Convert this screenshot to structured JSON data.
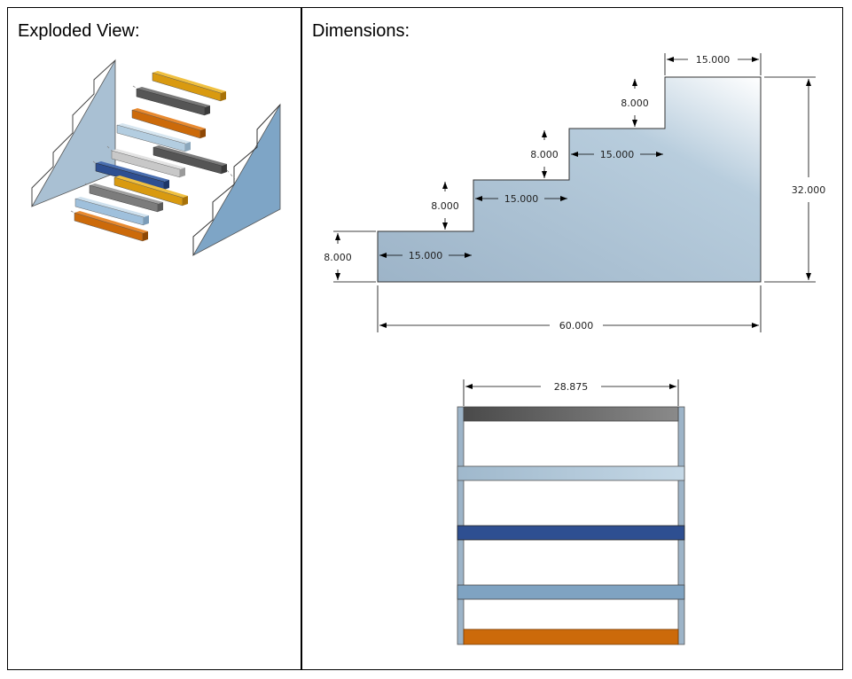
{
  "panels": {
    "left_title": "Exploded View:",
    "right_title": "Dimensions:"
  },
  "dimensions": {
    "top_step_width": "15.000",
    "step1_height": "8.000",
    "step2_height": "8.000",
    "step3_height": "8.000",
    "step4_height": "8.000",
    "step2_width": "15.000",
    "step3_width": "15.000",
    "step4_width": "15.000",
    "total_height": "32.000",
    "total_width": "60.000",
    "front_width": "28.875"
  },
  "colors": {
    "side_panel": "#9db4c8",
    "side_panel_dark": "#6f93b6",
    "gray_dark": "#5a5a5a",
    "gray_light": "#c8c8c8",
    "light_blue": "#b3cde0",
    "navy": "#2e4f91",
    "steel_blue": "#7fa3c2",
    "orange": "#cc6a0a",
    "gold": "#e0a417"
  }
}
